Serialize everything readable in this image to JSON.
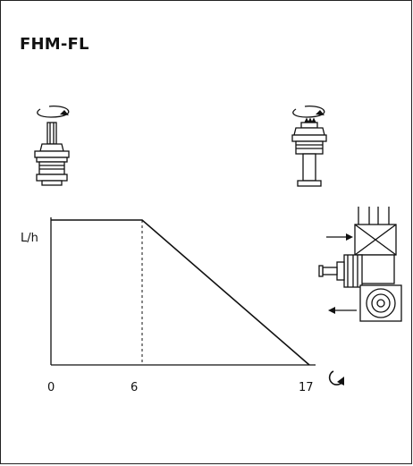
{
  "title": "FHM-FL",
  "chart_data": {
    "type": "line",
    "ylabel": "L/h",
    "x": [
      0,
      6,
      17
    ],
    "series": [
      {
        "values": [
          1,
          1,
          0
        ]
      }
    ],
    "x_ticks": [
      "0",
      "6",
      "17"
    ],
    "xlim": [
      0,
      17
    ],
    "ylim": [
      0,
      1
    ],
    "grid": false,
    "annotations": {
      "dashed_reference_x": 6
    }
  },
  "icons": {
    "left_valve": "valve-head-open-icon",
    "right_valve": "valve-head-closed-icon",
    "x_axis_unit": "rotation-arrow-icon",
    "fitting": "valve-fitting-icon"
  }
}
